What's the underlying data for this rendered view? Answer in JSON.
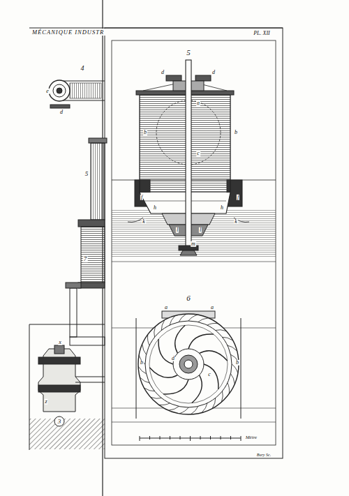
{
  "diagram": {
    "title": "MÉCANIQUE INDUSTR",
    "labels": [
      "PL. XII",
      "4",
      "e",
      "d",
      "5",
      "d",
      "d",
      "a",
      "b",
      "b",
      "c",
      "f",
      "f",
      "h",
      "h",
      "k",
      "k",
      "l",
      "l",
      "m",
      "6",
      "a",
      "a",
      "b",
      "b",
      "d",
      "c",
      "5",
      "7",
      "x",
      "z",
      "3",
      "Mètre",
      "Bury Sc."
    ]
  }
}
